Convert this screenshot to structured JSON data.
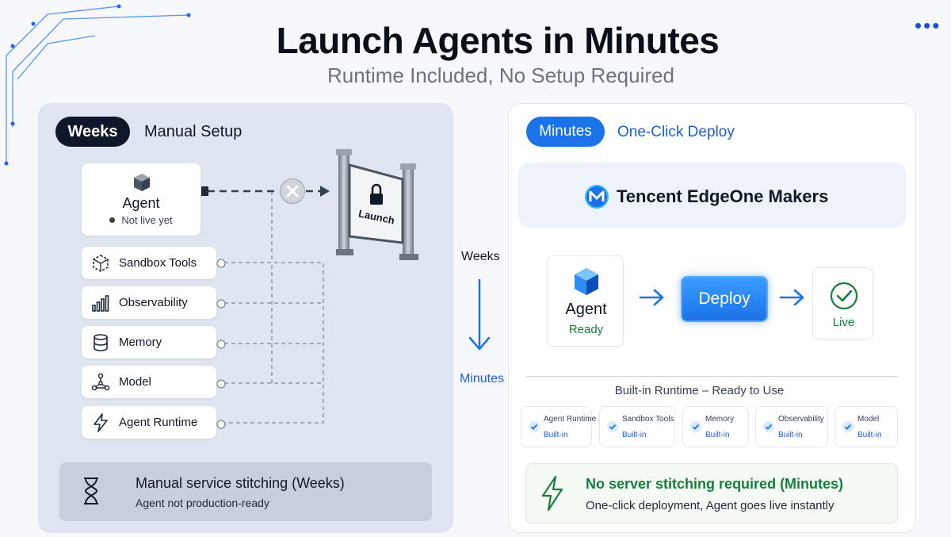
{
  "header": {
    "title": "Launch Agents in Minutes",
    "subtitle": "Runtime Included, No Setup Required"
  },
  "left": {
    "badge": "Weeks",
    "heading": "Manual Setup",
    "agent": {
      "label": "Agent",
      "status": "Not live yet"
    },
    "gate_label": "Launch",
    "tools": [
      {
        "label": "Sandbox Tools",
        "icon": "cube-outline-icon"
      },
      {
        "label": "Observability",
        "icon": "bar-chart-icon"
      },
      {
        "label": "Memory",
        "icon": "database-icon"
      },
      {
        "label": "Model",
        "icon": "network-icon"
      },
      {
        "label": "Agent Runtime",
        "icon": "lightning-icon"
      }
    ],
    "summary": {
      "title": "Manual service stitching (Weeks)",
      "text": "Agent not production-ready"
    }
  },
  "middle": {
    "top": "Weeks",
    "bottom": "Minutes"
  },
  "right": {
    "badge": "Minutes",
    "heading": "One-Click Deploy",
    "brand": "Tencent EdgeOne Makers",
    "agent": {
      "label": "Agent",
      "status": "Ready"
    },
    "deploy_label": "Deploy",
    "live_label": "Live",
    "builtin_title": "Built-in Runtime – Ready to Use",
    "chips": [
      {
        "name": "Agent Runtime",
        "status": "Built-in"
      },
      {
        "name": "Sandbox Tools",
        "status": "Built-in"
      },
      {
        "name": "Memory",
        "status": "Built-in"
      },
      {
        "name": "Observability",
        "status": "Built-in"
      },
      {
        "name": "Model",
        "status": "Built-in"
      }
    ],
    "summary": {
      "title": "No server stitching required (Minutes)",
      "text": "One-click deployment, Agent goes live instantly"
    }
  },
  "colors": {
    "accent_blue": "#1a73e8",
    "success_green": "#15803d",
    "dark": "#0f172a"
  }
}
